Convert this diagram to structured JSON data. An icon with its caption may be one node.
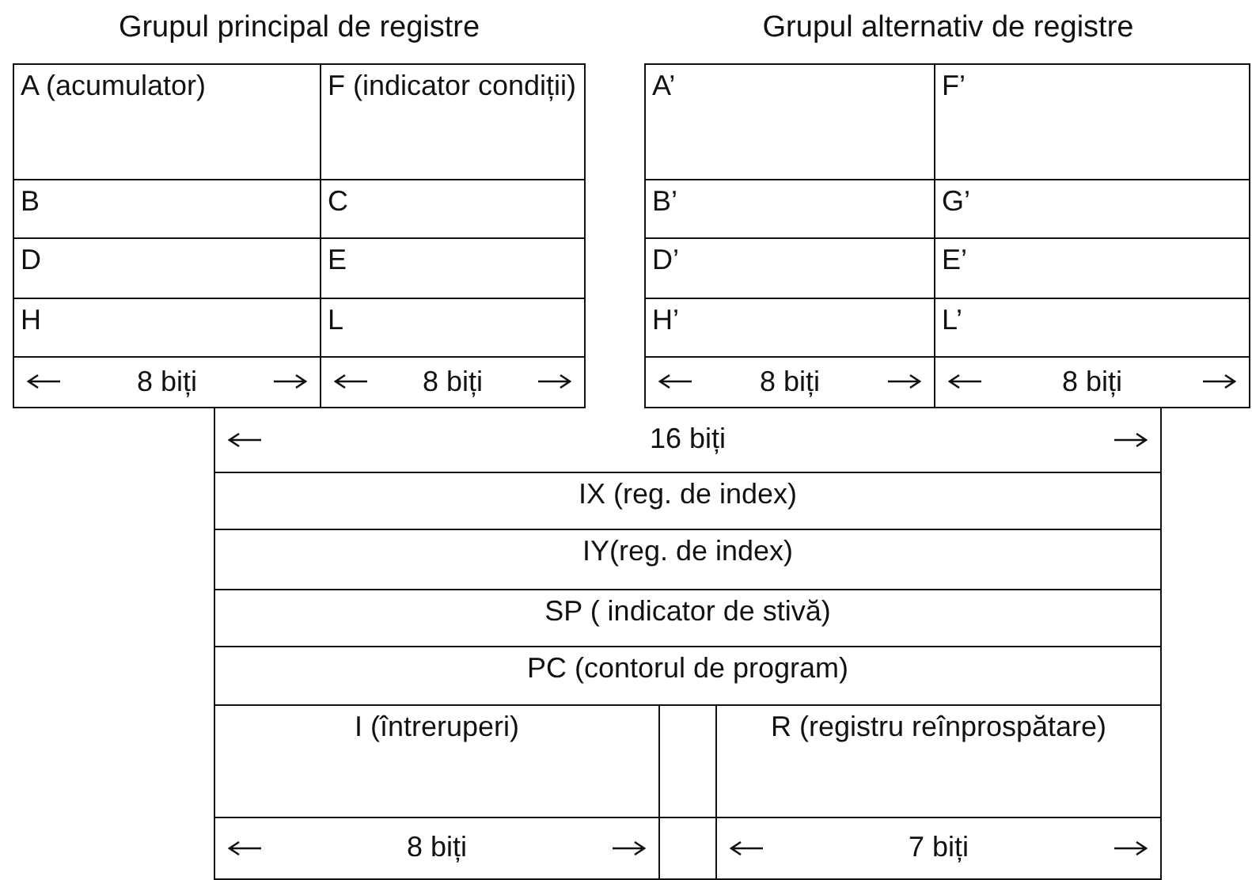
{
  "diagram": {
    "labels": [
      "Grupul principal de registre",
      "Grupul alternativ de registre",
      "A (acumulator)",
      "F (indicator condiții)",
      "B",
      "C",
      "D",
      "E",
      "H",
      "L",
      "8 biți",
      "8 biți",
      "A’",
      "F’",
      "B’",
      "G’",
      "D’",
      "E’",
      "H’",
      "L’",
      "8 biți",
      "8 biți",
      "16 biți",
      "IX (reg. de index)",
      "IY(reg. de index)",
      "SP ( indicator de stivă)",
      "PC (contorul de program)",
      "I (întreruperi)",
      "R (registru reînprospătare)",
      "8 biți",
      "7 biți"
    ]
  }
}
